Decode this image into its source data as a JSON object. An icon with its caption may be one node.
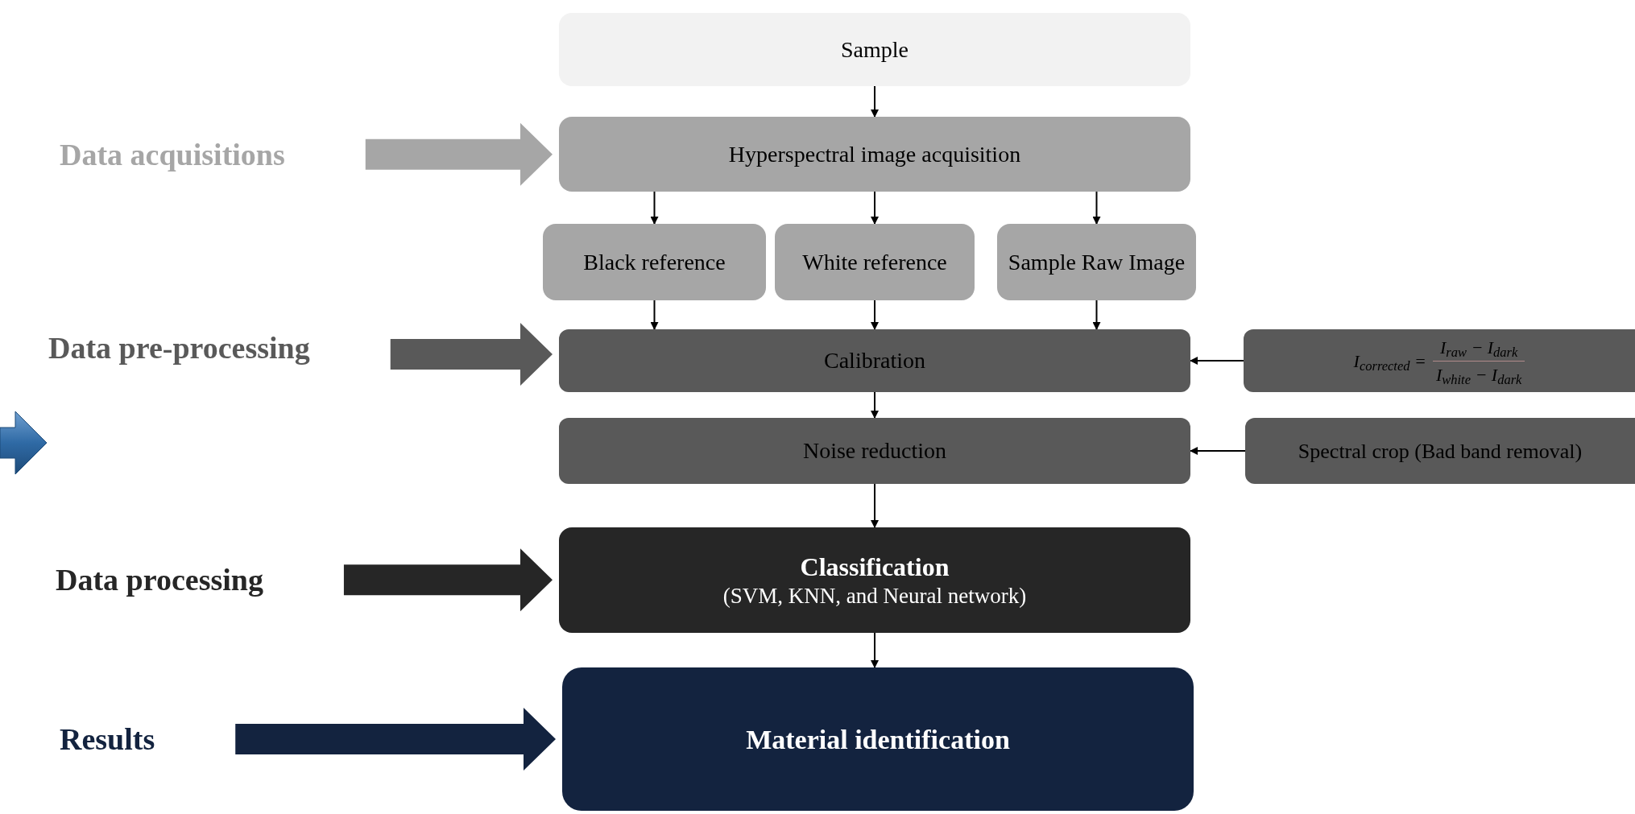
{
  "diagram": {
    "nodes": [
      {
        "text": [
          "Sample"
        ]
      },
      {
        "text": [
          "Hyperspectral image acquisition"
        ]
      },
      {
        "text": [
          "Black reference"
        ]
      },
      {
        "text": [
          "White reference"
        ]
      },
      {
        "text": [
          "Sample Raw Image"
        ]
      },
      {
        "text": [
          "Calibration"
        ]
      },
      {
        "text": [
          "I$_{corrected}$ =",
          "I$_{raw}$ − I$_{dark}$",
          "I$_{white}$ − I$_{dark}$"
        ]
      },
      {
        "text": [
          "Noise reduction"
        ]
      },
      {
        "text": [
          "Spectral crop (Bad band removal)"
        ]
      },
      {
        "text": [
          "Classification",
          "(SVM, KNN, and Neural network)"
        ]
      },
      {
        "text": [
          "Material identification"
        ]
      },
      {
        "text": [
          "Data acquisitions"
        ]
      },
      {
        "text": [
          "Data pre-processing"
        ]
      },
      {
        "text": [
          "Data processing"
        ]
      },
      {
        "text": [
          "Results"
        ]
      }
    ],
    "edges": [
      {
        "from": 0,
        "to": 1,
        "arrow": "to"
      },
      {
        "from": 1,
        "to": 2,
        "arrow": "to"
      },
      {
        "from": 1,
        "to": 3,
        "arrow": "to"
      },
      {
        "from": 1,
        "to": 4,
        "arrow": "to"
      },
      {
        "from": 2,
        "to": 5,
        "arrow": "to"
      },
      {
        "from": 3,
        "to": 5,
        "arrow": "to"
      },
      {
        "from": 4,
        "to": 5,
        "arrow": "to"
      },
      {
        "from": 6,
        "to": 5,
        "arrow": "to"
      },
      {
        "from": 5,
        "to": 7,
        "arrow": "to"
      },
      {
        "from": 8,
        "to": 7,
        "arrow": "to"
      },
      {
        "from": 7,
        "to": 9,
        "arrow": "to"
      },
      {
        "from": 9,
        "to": 10,
        "arrow": "to"
      },
      {
        "from": 11,
        "to": 1,
        "arrow": "to",
        "style": "thick",
        "color": "#a6a6a6"
      },
      {
        "from": 12,
        "to": 5,
        "arrow": "to",
        "style": "thick",
        "color": "#595959"
      },
      {
        "from": 13,
        "to": 9,
        "arrow": "to",
        "style": "thick",
        "color": "#262626"
      },
      {
        "from": 14,
        "to": 10,
        "arrow": "to",
        "style": "thick",
        "color": "#13233f"
      }
    ]
  }
}
